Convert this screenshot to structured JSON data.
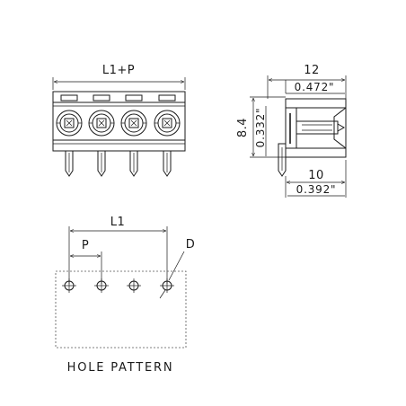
{
  "front_view": {
    "width_label": "L1+P",
    "pin_count": 4
  },
  "side_view": {
    "length_mm": "12",
    "length_in": "0.472\"",
    "height_mm": "8.4",
    "height_in": "0.332\"",
    "pitch_mm": "10",
    "pitch_in": "0.392\""
  },
  "hole_pattern": {
    "title": "HOLE PATTERN",
    "length_label": "L1",
    "pitch_label": "P",
    "diameter_label": "D",
    "hole_count": 4
  }
}
